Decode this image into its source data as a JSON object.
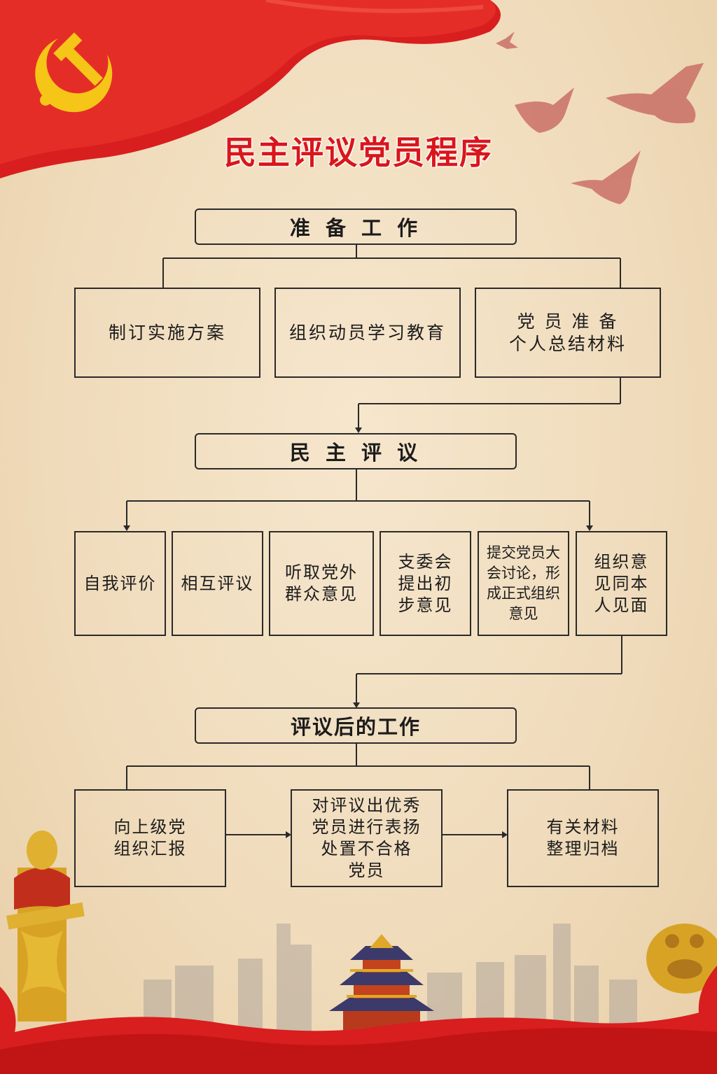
{
  "title": "民主评议党员程序",
  "stages": [
    {
      "label": "准 备 工 作",
      "steps": [
        "制订实施方案",
        "组织动员学习教育",
        "党 员 准 备\n个人总结材料"
      ]
    },
    {
      "label": "民 主 评 议",
      "steps": [
        "自我评价",
        "相互评议",
        "听取党外\n群众意见",
        "支委会\n提出初\n步意见",
        "提交党员大\n会讨论，形\n成正式组织\n意见",
        "组织意\n见同本\n人见面"
      ]
    },
    {
      "label": "评议后的工作",
      "steps": [
        "向上级党\n组织汇报",
        "对评议出优秀\n党员进行表扬\n处置不合格\n党员",
        "有关材料\n整理归档"
      ]
    }
  ],
  "colors": {
    "title_red": "#d9161b",
    "party_red": "#d81e1e",
    "emblem_gold": "#f5c518",
    "line": "#2a2a2a",
    "background": "#f2dfc0"
  },
  "decorations": [
    "party-emblem-icon",
    "red-flag",
    "doves",
    "huabiao-pillar",
    "temple-of-heaven",
    "stone-lion",
    "city-skyline"
  ]
}
